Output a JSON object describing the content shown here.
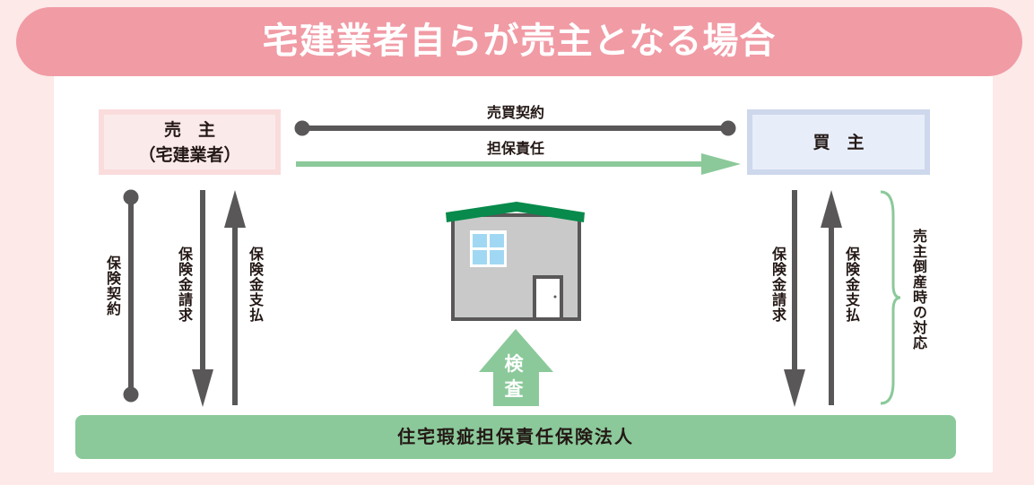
{
  "title": "宅建業者自らが売主となる場合",
  "seller": {
    "line1": "売　主",
    "line2": "（宅建業者）"
  },
  "buyer": {
    "label": "買　主"
  },
  "sales_contract": "売買契約",
  "warranty": "担保責任",
  "left_labels": {
    "insurance_contract": "保険契約",
    "claim": "保険金請求",
    "payment": "保険金支払"
  },
  "right_labels": {
    "claim": "保険金請求",
    "payment": "保険金支払",
    "bankruptcy_note": "売主倒産時の対応"
  },
  "inspection": {
    "line1": "検",
    "line2": "査"
  },
  "insurer": "住宅瑕疵担保責任保険法人",
  "colors": {
    "title_bg": "#f19ba5",
    "green": "#8bc99a",
    "gray": "#595757",
    "roof": "#078a4b"
  }
}
